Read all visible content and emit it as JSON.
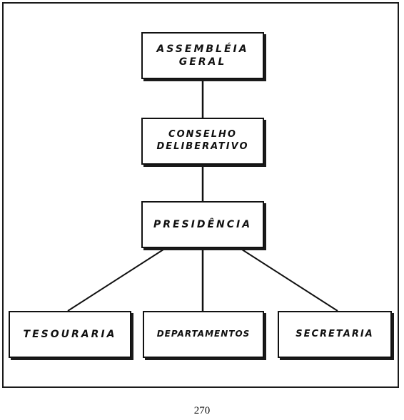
{
  "org_chart": {
    "nodes": [
      {
        "id": "assembleia",
        "lines": [
          "ASSEMBLÉIA",
          "GERAL"
        ]
      },
      {
        "id": "conselho",
        "lines": [
          "CONSELHO",
          "DELIBERATIVO"
        ]
      },
      {
        "id": "presidencia",
        "lines": [
          "PRESIDÊNCIA"
        ]
      },
      {
        "id": "tesouraria",
        "lines": [
          "TESOURARIA"
        ]
      },
      {
        "id": "departamentos",
        "lines": [
          "DEPARTAMENTOS"
        ]
      },
      {
        "id": "secretaria",
        "lines": [
          "SECRETARIA"
        ]
      }
    ],
    "edges": [
      {
        "from": "assembleia",
        "to": "conselho"
      },
      {
        "from": "conselho",
        "to": "presidencia"
      },
      {
        "from": "presidencia",
        "to": "tesouraria"
      },
      {
        "from": "presidencia",
        "to": "departamentos"
      },
      {
        "from": "presidencia",
        "to": "secretaria"
      }
    ]
  },
  "page_number": "270",
  "colors": {
    "ink": "#111111",
    "paper": "#ffffff"
  }
}
